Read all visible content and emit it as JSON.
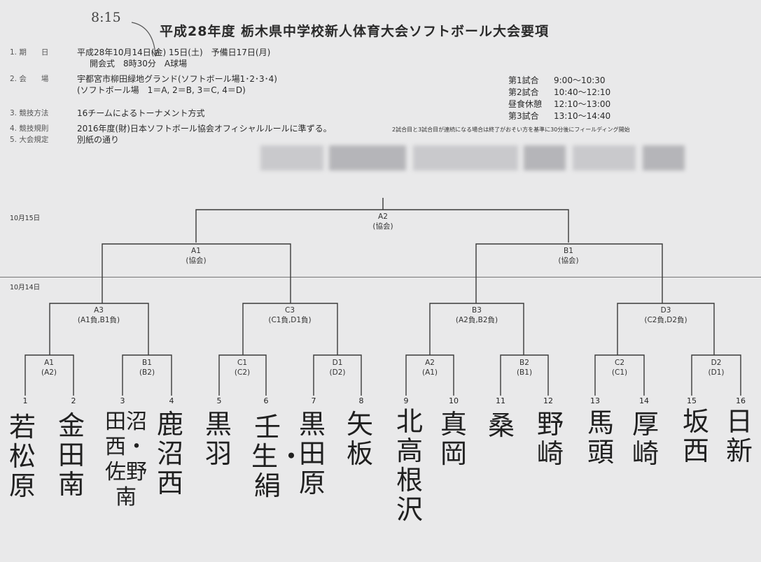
{
  "doc": {
    "title": "平成28年度 栃木県中学校新人体育大会ソフトボール大会要項",
    "handwritten_note": "8:15",
    "info": [
      {
        "label": "1. 期　　日",
        "value": "平成28年10月14日(金) 15日(土)　予備日17日(月)"
      },
      {
        "label": "",
        "value": "開会式　8時30分　A球場"
      },
      {
        "label": "2. 会　　場",
        "value": "宇都宮市柳田緑地グランド(ソフトボール場1･2･3･4)"
      },
      {
        "label": "",
        "value": "(ソフトボール場　1＝A, 2＝B, 3＝C, 4＝D)"
      },
      {
        "label": "3. 競技方法",
        "value": "16チームによるトーナメント方式"
      },
      {
        "label": "4. 競技規則",
        "value": "2016年度(財)日本ソフトボール協会オフィシャルルールに準ずる。"
      },
      {
        "label": "5. 大会規定",
        "value": "別紙の通り"
      }
    ],
    "schedule": [
      {
        "name": "第1試合",
        "time": "9:00〜10:30"
      },
      {
        "name": "第2試合",
        "time": "10:40〜12:10"
      },
      {
        "name": "昼食休憩",
        "time": "12:10〜13:00"
      },
      {
        "name": "第3試合",
        "time": "13:10〜14:40"
      }
    ],
    "rule_note": "2試合目と3試合目が連続になる場合は終了がおそい方を基準に30分後にフィールディング開始"
  },
  "bracket": {
    "date_day2": "10月15日",
    "date_day1": "10月14日",
    "final": {
      "court": "A2",
      "note": "(協会)"
    },
    "semis": [
      {
        "court": "A1",
        "note": "(協会)"
      },
      {
        "court": "B1",
        "note": "(協会)"
      }
    ],
    "quarters": [
      {
        "court": "A3",
        "note": "(A1負,B1負)"
      },
      {
        "court": "C3",
        "note": "(C1負,D1負)"
      },
      {
        "court": "B3",
        "note": "(A2負,B2負)"
      },
      {
        "court": "D3",
        "note": "(C2負,D2負)"
      }
    ],
    "first_round": [
      {
        "court": "A1",
        "note": "(A2)"
      },
      {
        "court": "B1",
        "note": "(B2)"
      },
      {
        "court": "C1",
        "note": "(C2)"
      },
      {
        "court": "D1",
        "note": "(D2)"
      },
      {
        "court": "A2",
        "note": "(A1)"
      },
      {
        "court": "B2",
        "note": "(B1)"
      },
      {
        "court": "C2",
        "note": "(C1)"
      },
      {
        "court": "D2",
        "note": "(D1)"
      }
    ],
    "teams": [
      {
        "no": "1",
        "name": "若松原"
      },
      {
        "no": "2",
        "name": "金田南"
      },
      {
        "no": "3",
        "name": "田沼西・佐野南"
      },
      {
        "no": "4",
        "name": "鹿沼西"
      },
      {
        "no": "5",
        "name": "黒羽"
      },
      {
        "no": "6",
        "name": "壬生・絹"
      },
      {
        "no": "7",
        "name": "黒田原"
      },
      {
        "no": "8",
        "name": "矢板"
      },
      {
        "no": "9",
        "name": "北高根沢"
      },
      {
        "no": "10",
        "name": "真岡"
      },
      {
        "no": "11",
        "name": "桑"
      },
      {
        "no": "12",
        "name": "野崎"
      },
      {
        "no": "13",
        "name": "馬頭"
      },
      {
        "no": "14",
        "name": "厚崎"
      },
      {
        "no": "15",
        "name": "坂西"
      },
      {
        "no": "16",
        "name": "日新"
      }
    ]
  }
}
